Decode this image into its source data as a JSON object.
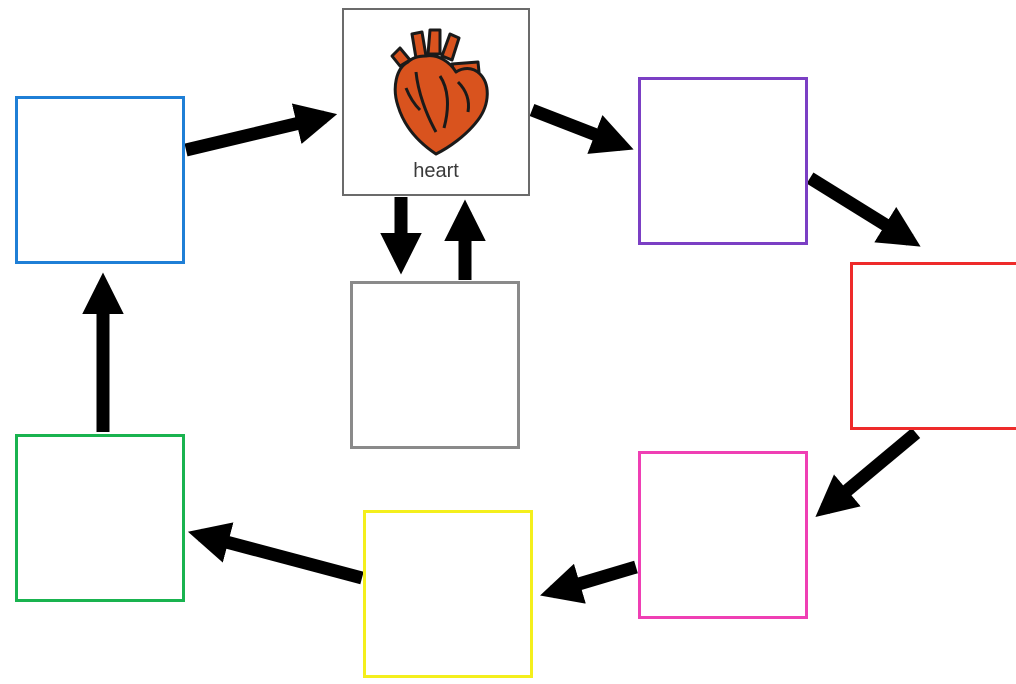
{
  "center_card": {
    "label": "heart",
    "icon": "heart-icon"
  },
  "boxes": [
    {
      "id": "blue",
      "color": "#1f7fd6"
    },
    {
      "id": "purple",
      "color": "#7b3fc4"
    },
    {
      "id": "gray",
      "color": "#8a8a8a"
    },
    {
      "id": "red",
      "color": "#ee2a2a"
    },
    {
      "id": "pink",
      "color": "#ef3fb4"
    },
    {
      "id": "yellow",
      "color": "#f4ef1c"
    },
    {
      "id": "green",
      "color": "#19b34f"
    }
  ],
  "arrow_color": "#000000",
  "heart_colors": {
    "fill": "#d9531e",
    "outline": "#1a1a1a"
  }
}
